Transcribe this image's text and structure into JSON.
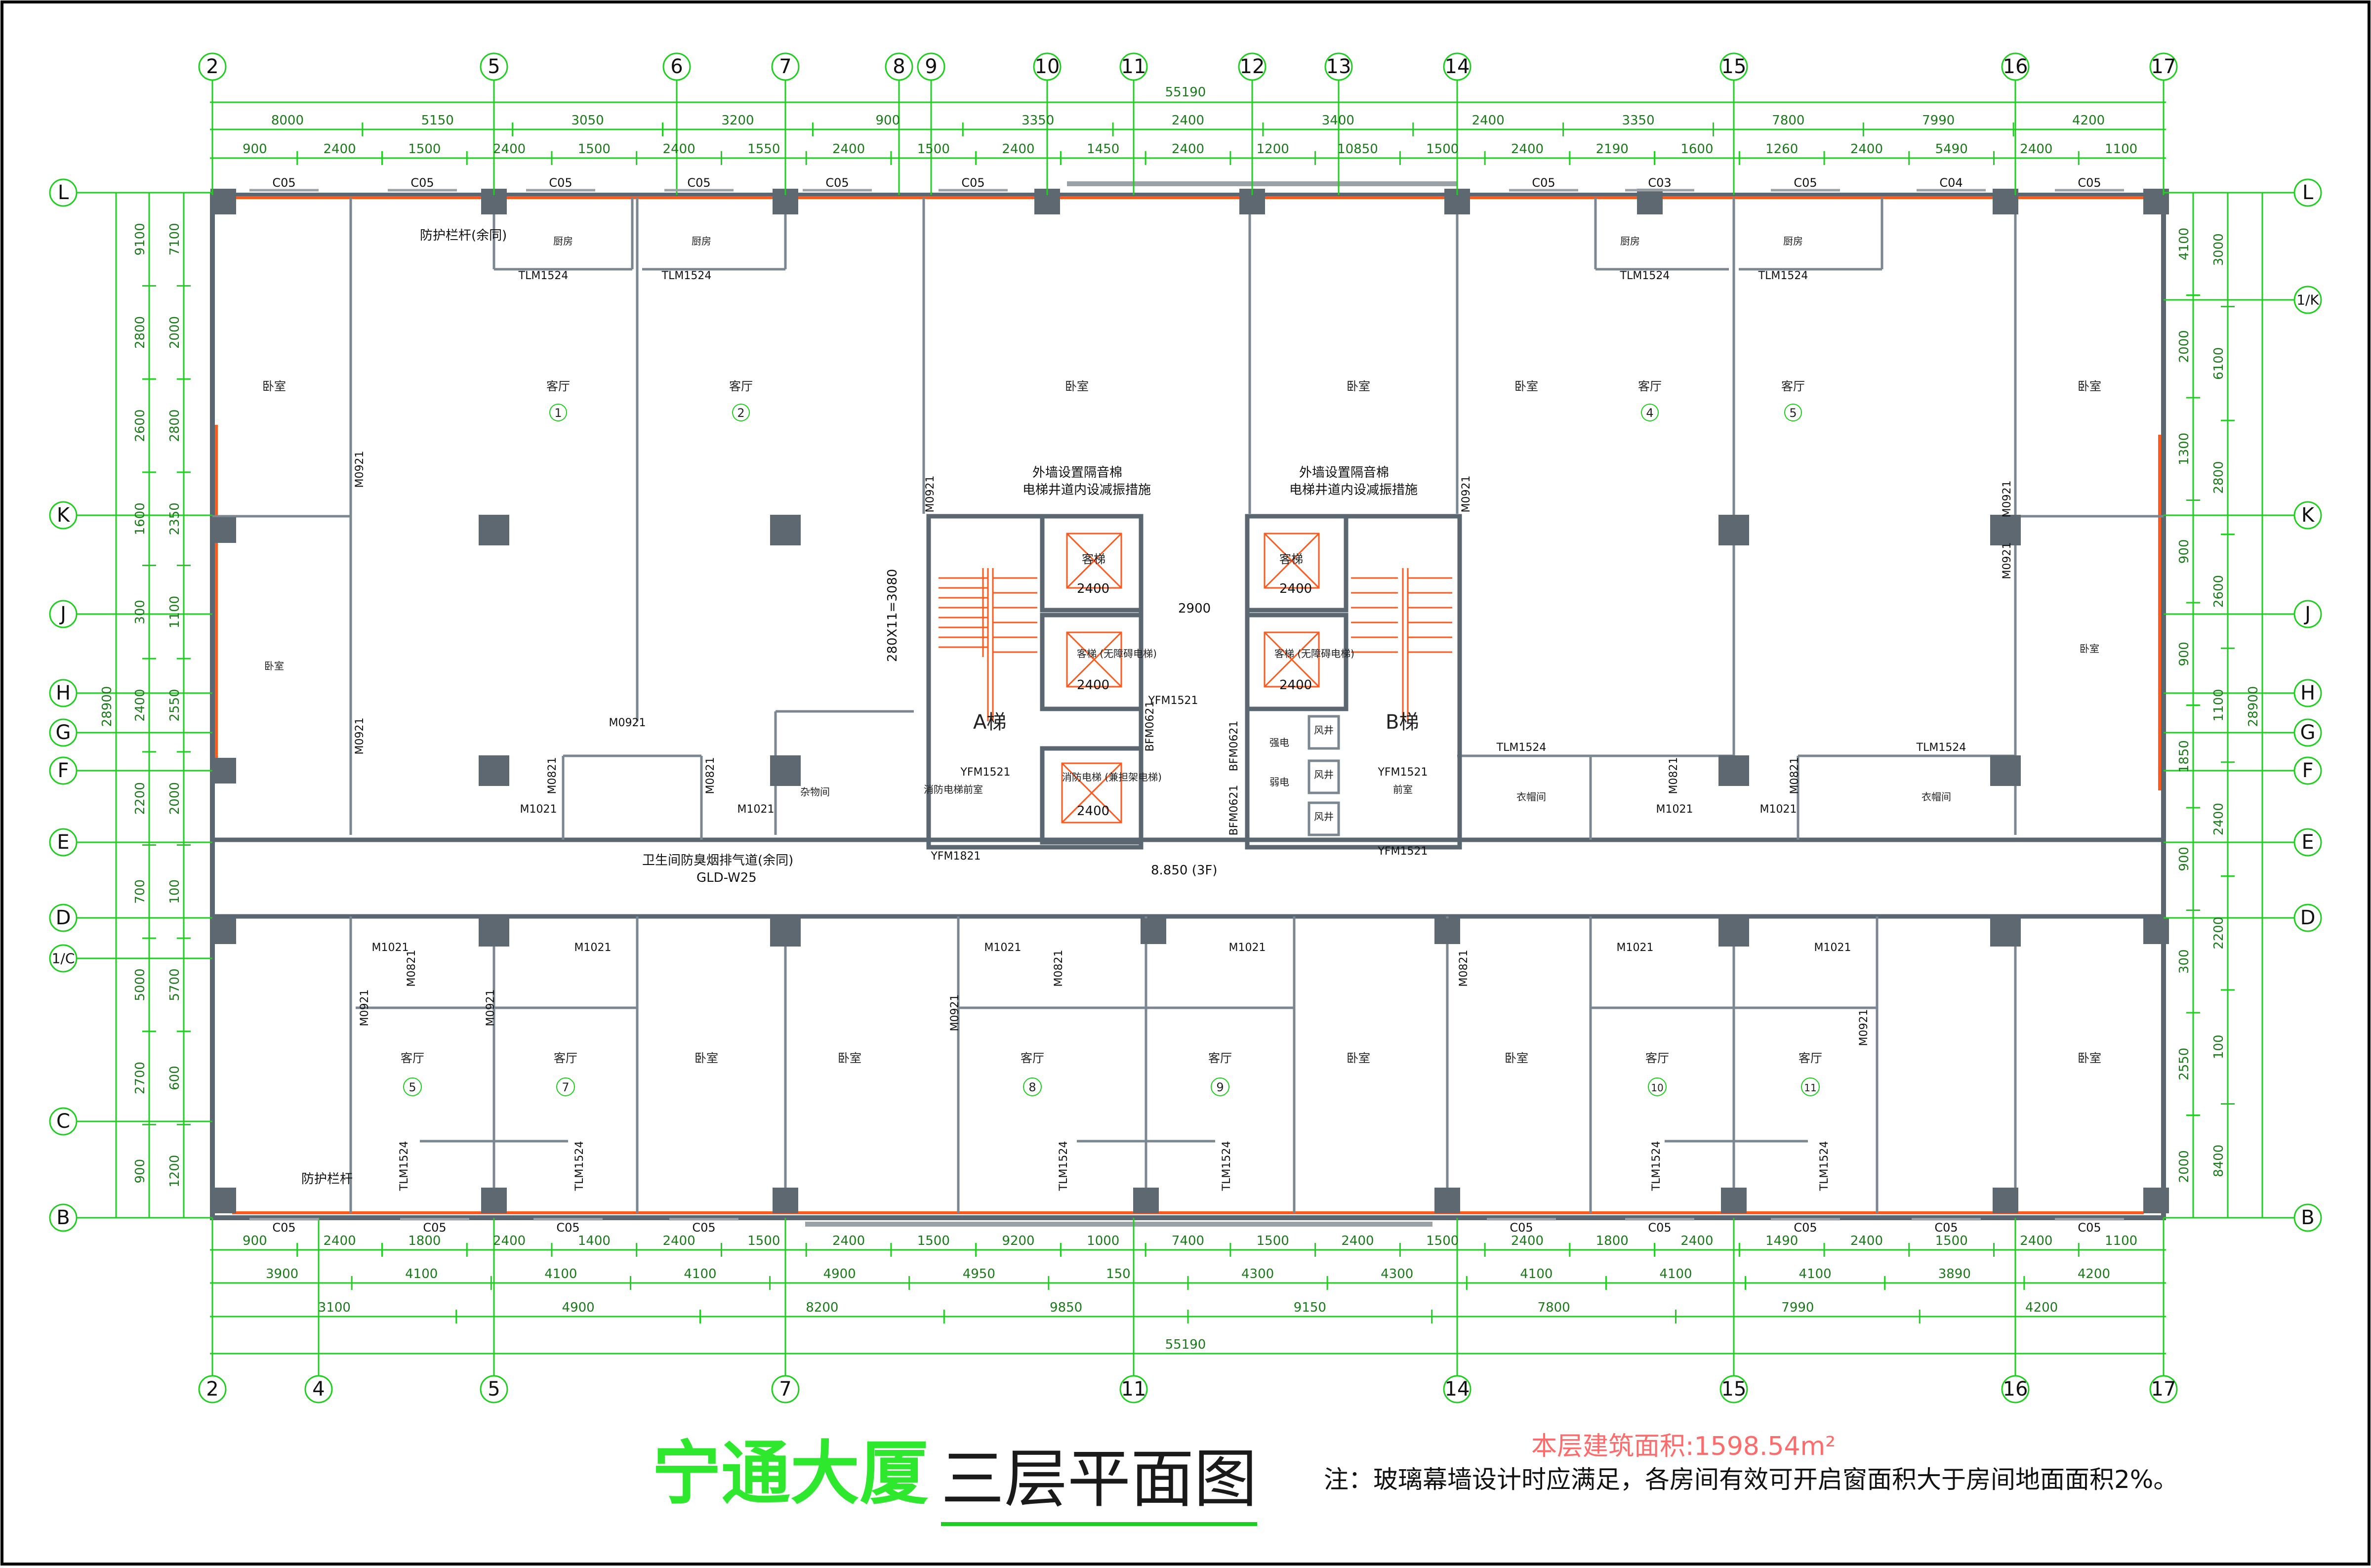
{
  "title": "宁通大厦",
  "subtitle": "三层平面图",
  "area_note": "本层建筑面积:1598.54m²",
  "wall_note": "注：玻璃幕墙设计时应满足，各房间有效可开启窗面积大于房间地面面积2%。",
  "elevation_label": "8.850 (3F)",
  "colors": {
    "dimension": "#1fcf1f",
    "glass": "#ff5a1e",
    "wall": "#5a6670",
    "title": "#2ee82e",
    "note": "#ff6a6a"
  },
  "axes_top": [
    "2",
    "5",
    "6",
    "7",
    "8",
    "9",
    "10",
    "11",
    "12",
    "13",
    "14",
    "15",
    "16",
    "17"
  ],
  "axes_bottom": [
    "2",
    "4",
    "5",
    "7",
    "11",
    "14",
    "15",
    "16",
    "17"
  ],
  "axes_left": [
    "L",
    "K",
    "J",
    "H",
    "G",
    "F",
    "E",
    "D",
    "1/C",
    "C",
    "B"
  ],
  "axes_right": [
    "L",
    "1/K",
    "K",
    "J",
    "H",
    "G",
    "F",
    "E",
    "D",
    "B"
  ],
  "dims_top_total": "55190",
  "dims_top_row1": [
    "8000",
    "5150",
    "3050",
    "3200",
    "900",
    "3350",
    "2400",
    "3400",
    "2400",
    "3350",
    "7800",
    "7990",
    "4200"
  ],
  "dims_top_row2": [
    "900",
    "2400",
    "1500",
    "2400",
    "1500",
    "2400",
    "1550",
    "2400",
    "1500",
    "2400",
    "1450",
    "2400",
    "1200",
    "10850",
    "1500",
    "2400",
    "2190",
    "1600",
    "1260",
    "2400",
    "5490",
    "2400",
    "1100"
  ],
  "dims_bottom_row1": [
    "900",
    "2400",
    "1800",
    "2400",
    "1400",
    "2400",
    "1500",
    "2400",
    "1500",
    "9200",
    "1000",
    "7400",
    "1500",
    "2400",
    "1500",
    "2400",
    "1800",
    "2400",
    "1490",
    "2400",
    "1500",
    "2400",
    "1100"
  ],
  "dims_bottom_row2": [
    "3900",
    "4100",
    "4100",
    "4100",
    "4900",
    "4950",
    "150",
    "4300",
    "4300",
    "4100",
    "4100",
    "4100",
    "3890",
    "4200"
  ],
  "dims_bottom_row3": [
    "3100",
    "4900",
    "8200",
    "9850",
    "9150",
    "7800",
    "7990",
    "4200"
  ],
  "dims_bottom_total": "55190",
  "dims_left_outer": [
    "9100",
    "2800",
    "2600",
    "1600",
    "300",
    "2400",
    "2200",
    "700",
    "5000",
    "2700",
    "900"
  ],
  "dims_left_inner": [
    "7100",
    "2000",
    "2800",
    "2350",
    "1100",
    "2550",
    "2000",
    "100",
    "5700",
    "600",
    "1200"
  ],
  "dims_left_total": "28900",
  "dims_right_outer": [
    "3000",
    "6100",
    "2800",
    "2600",
    "1100",
    "2400",
    "2200",
    "100",
    "8400"
  ],
  "dims_right_inner": [
    "4100",
    "2000",
    "1300",
    "900",
    "900",
    "1850",
    "900",
    "300",
    "2550",
    "2000"
  ],
  "dims_right_total": "28900",
  "windows_top": [
    "C05",
    "C05",
    "C05",
    "C05",
    "C05",
    "C05",
    "C05",
    "C03",
    "C05",
    "C04",
    "C05"
  ],
  "windows_bottom": [
    "C05",
    "C05",
    "C05",
    "C05",
    "C05",
    "C05",
    "C05",
    "C05",
    "C05",
    "C05"
  ],
  "rooms_upper": [
    {
      "name": "卧室",
      "unit": ""
    },
    {
      "name": "客厅",
      "unit": "1"
    },
    {
      "name": "客厅",
      "unit": "2"
    },
    {
      "name": "卧室",
      "unit": ""
    },
    {
      "name": "卧室",
      "unit": ""
    },
    {
      "name": "卧室",
      "unit": ""
    },
    {
      "name": "客厅",
      "unit": "4"
    },
    {
      "name": "客厅",
      "unit": "5"
    },
    {
      "name": "卧室",
      "unit": ""
    }
  ],
  "rooms_lower": [
    {
      "name": "客厅",
      "unit": "5"
    },
    {
      "name": "客厅",
      "unit": "7"
    },
    {
      "name": "卧室",
      "unit": ""
    },
    {
      "name": "卧室",
      "unit": ""
    },
    {
      "name": "客厅",
      "unit": "8"
    },
    {
      "name": "客厅",
      "unit": "9"
    },
    {
      "name": "卧室",
      "unit": ""
    },
    {
      "name": "卧室",
      "unit": ""
    },
    {
      "name": "客厅",
      "unit": "10"
    },
    {
      "name": "客厅",
      "unit": "11"
    },
    {
      "name": "卧室",
      "unit": ""
    }
  ],
  "rooms_misc": [
    "卧室",
    "卧室",
    "厨房",
    "厨房",
    "厨房",
    "厨房",
    "杂物间",
    "消防电梯前室",
    "前室",
    "衣帽间",
    "衣帽间",
    "强电",
    "弱电",
    "风井",
    "风井",
    "风井"
  ],
  "door_labels": [
    "M0921",
    "M1021",
    "M0821",
    "TLM1524",
    "YFM1521",
    "YFM1821",
    "BFM0621"
  ],
  "core": {
    "stair_a": "A梯",
    "stair_b": "B梯",
    "elev_guest": "客梯",
    "elev_barrier_free": "客梯\n(无障碍电梯)",
    "elev_fire": "消防电梯\n(兼担架电梯)",
    "shaft_note_1": "外墙设置隔音棉",
    "shaft_note_2": "电梯井道内设减振措施",
    "stair_dim": "280X11=3080",
    "elev_dim": "2400",
    "gap_dim": "2900"
  },
  "misc_notes": [
    "防护栏杆(余同)",
    "防护栏杆",
    "卫生间防臭烟排气道(余同)",
    "GLD-W25"
  ]
}
